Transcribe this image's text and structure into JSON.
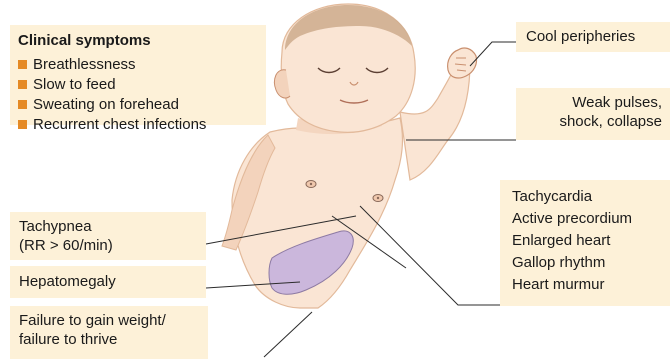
{
  "colors": {
    "box_fill": "#fdf1d8",
    "bullet": "#e58a24",
    "skin": "#fae5d4",
    "skin_shadow": "#ebc3a6",
    "liver": "#cbb7dc",
    "hair": "#c7a789",
    "line": "#2b2b2b"
  },
  "symptoms": {
    "title": "Clinical symptoms",
    "items": [
      "Breathlessness",
      "Slow to feed",
      "Sweating on forehead",
      "Recurrent chest infections"
    ]
  },
  "labels": {
    "cool_peripheries": "Cool peripheries",
    "weak_pulses": [
      "Weak pulses,",
      "shock, collapse"
    ],
    "tachypnea": [
      "Tachypnea",
      "(RR > 60/min)"
    ],
    "hepatomegaly": "Hepatomegaly",
    "failure": [
      "Failure to gain weight/",
      "failure to thrive"
    ],
    "cardiac": [
      "Tachycardia",
      "Active precordium",
      "Enlarged heart",
      "Gallop rhythm",
      "Heart murmur"
    ]
  }
}
